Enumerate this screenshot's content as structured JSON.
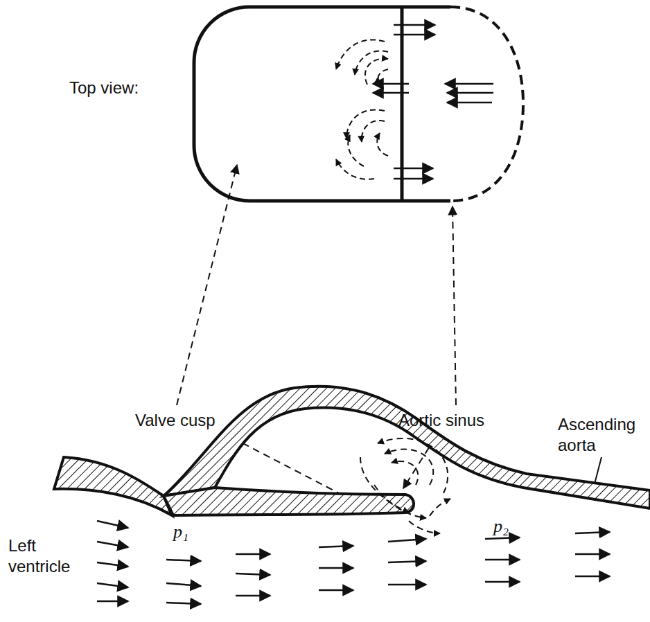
{
  "diagram": {
    "labels": [
      "Top view:",
      "Valve cusp",
      "Aortic sinus",
      "Ascending aorta",
      "Left ventricle",
      "p₁",
      "p₂"
    ]
  }
}
